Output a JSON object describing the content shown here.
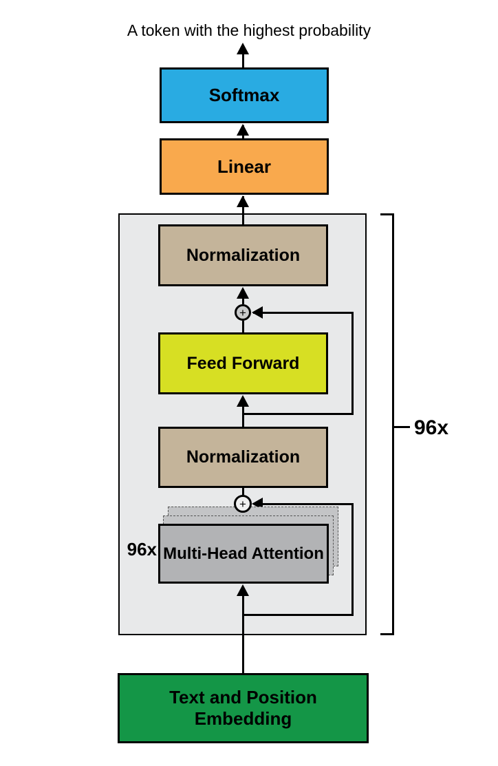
{
  "title": "A token with the highest probability",
  "blocks": {
    "softmax": "Softmax",
    "linear": "Linear",
    "norm_top": "Normalization",
    "feed_forward": "Feed Forward",
    "norm_bottom": "Normalization",
    "mha": "Multi-Head Attention",
    "embedding": "Text and Position Embedding"
  },
  "labels": {
    "mha_multiplier": "96x",
    "layer_multiplier": "96x",
    "plus": "+"
  },
  "colors": {
    "softmax": "#29ABE2",
    "linear": "#F9A94D",
    "norm": "#C4B49A",
    "feed_forward": "#D7DF23",
    "mha_front": "#B2B3B5",
    "mha_back": "#C3C4C6",
    "embedding": "#149647",
    "container": "#E8E9EA",
    "circle_top": "#C9CACB",
    "circle_bottom": "#EFEFEF",
    "line": "#000000"
  }
}
